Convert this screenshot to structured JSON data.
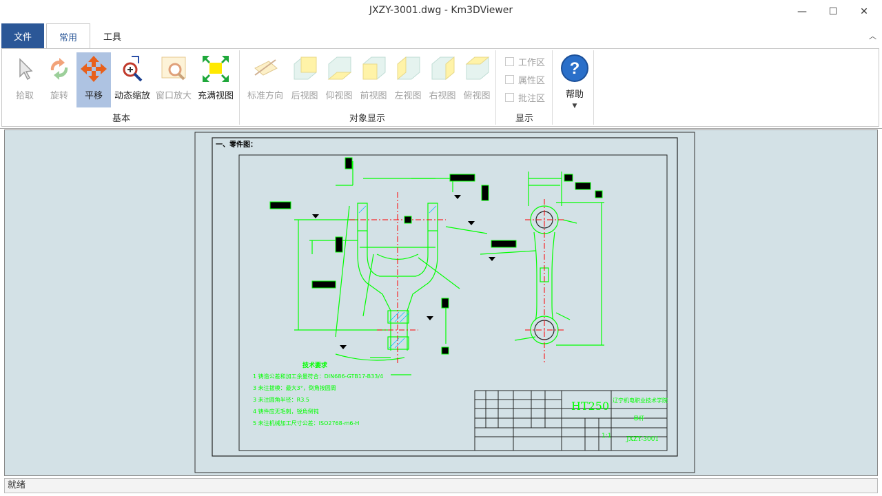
{
  "window": {
    "title": "JXZY-3001.dwg - Km3DViewer"
  },
  "tabs": {
    "file": "文件",
    "home": "常用",
    "tools": "工具"
  },
  "ribbon": {
    "basic": {
      "group_label": "基本",
      "pick": "拾取",
      "rotate": "旋转",
      "pan": "平移",
      "zoom_dynamic": "动态缩放",
      "zoom_window": "窗口放大",
      "zoom_fit": "充满视图"
    },
    "object_display": {
      "group_label": "对象显示",
      "iso": "标准方向",
      "back": "后视图",
      "bottom": "仰视图",
      "front": "前视图",
      "left": "左视图",
      "right": "右视图",
      "top": "俯视图"
    },
    "display": {
      "group_label": "显示",
      "work_area": "工作区",
      "property_area": "属性区",
      "annotation_area": "批注区"
    },
    "help": {
      "label": "帮助"
    }
  },
  "drawing": {
    "part_heading": "一、零件图：",
    "tech_title": "技术要求",
    "notes": [
      "1  铸造公差和加工余量符合：DIN686-GTB17-B33/4",
      "3  未注拔模：最大3°，倒角按圆周",
      "3  未注圆角半径：R3.5",
      "4  铸件应无毛刺，锐角倒钝",
      "5  未注机械加工尺寸公差：ISO2768-m6-H"
    ],
    "material": "HT250",
    "company": "辽宁机电职业技术学院",
    "part_name": "吊杆",
    "drawing_number": "JXZY-3001",
    "scale": "1:1"
  },
  "status": {
    "text": "就绪"
  },
  "colors": {
    "accent": "#2b5797",
    "drawing_lines": "#00ff00",
    "centerline": "#ff0000",
    "canvas": "#d3e1e6"
  }
}
